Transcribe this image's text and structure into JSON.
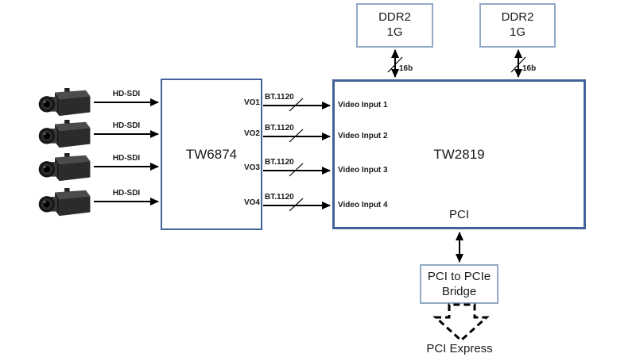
{
  "rows": [
    {
      "input_bus": "HD-SDI",
      "port": "VO1",
      "output_bus": "BT.1120",
      "chip_input": "Video Input 1"
    },
    {
      "input_bus": "HD-SDI",
      "port": "VO2",
      "output_bus": "BT.1120",
      "chip_input": "Video Input 2"
    },
    {
      "input_bus": "HD-SDI",
      "port": "VO3",
      "output_bus": "BT.1120",
      "chip_input": "Video Input 3"
    },
    {
      "input_bus": "HD-SDI",
      "port": "VO4",
      "output_bus": "BT.1120",
      "chip_input": "Video Input 4"
    }
  ],
  "chips": {
    "sdi_receiver": {
      "name": "TW6874"
    },
    "video_controller": {
      "name": "TW2819",
      "pci_port": "PCI"
    }
  },
  "memory": {
    "bank1": {
      "name": "DDR2",
      "size": "1G",
      "bus_width": "16b"
    },
    "bank2": {
      "name": "DDR2",
      "size": "1G",
      "bus_width": "16b"
    }
  },
  "bridge": {
    "line1": "PCI to PCIe",
    "line2": "Bridge"
  },
  "pci_express_label": "PCI Express",
  "icons": {
    "camera": "camera-icon (CCTV box camera, one per video channel)"
  },
  "colors": {
    "chip_border": "#41639a",
    "memory_border": "#92a9c7",
    "arrow": "#000000",
    "text": "#1a1a1a"
  }
}
